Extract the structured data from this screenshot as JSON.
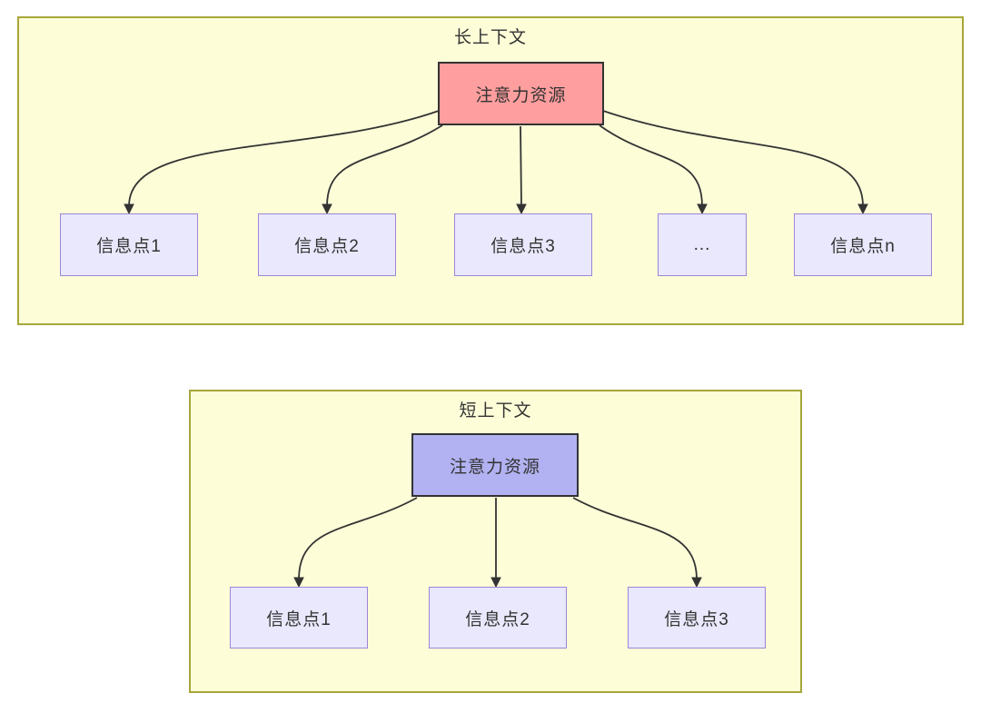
{
  "colors": {
    "canvas-bg": "#ffffff",
    "container-fill": "#fdfdd8",
    "container-border": "#a6a63b",
    "attention-long-fill": "#ff9e9e",
    "attention-short-fill": "#b2b2f2",
    "attention-border": "#333333",
    "info-fill": "#e9e8fc",
    "info-border": "#9c86da",
    "arrow": "#333333",
    "text": "#333333"
  },
  "long_context": {
    "title": "长上下文",
    "attention_label": "注意力资源",
    "info_points": [
      {
        "label": "信息点1"
      },
      {
        "label": "信息点2"
      },
      {
        "label": "信息点3"
      },
      {
        "label": "..."
      },
      {
        "label": "信息点n"
      }
    ]
  },
  "short_context": {
    "title": "短上下文",
    "attention_label": "注意力资源",
    "info_points": [
      {
        "label": "信息点1"
      },
      {
        "label": "信息点2"
      },
      {
        "label": "信息点3"
      }
    ]
  }
}
